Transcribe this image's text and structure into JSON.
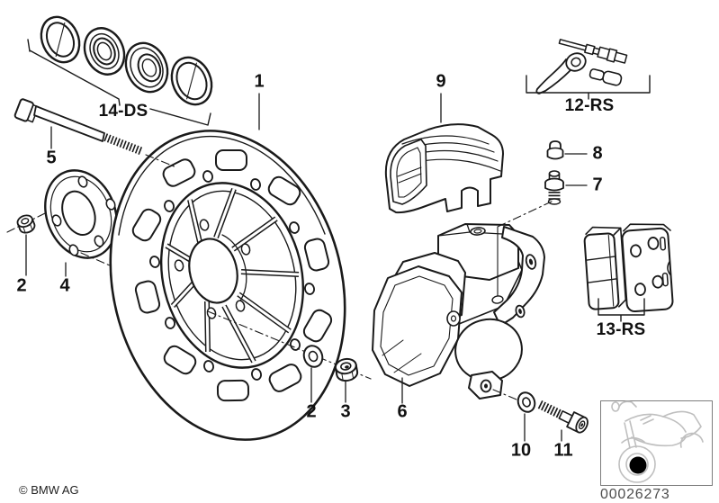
{
  "colors": {
    "ink": "#1a1a1a",
    "paper": "#ffffff",
    "thumbnail_border": "#7d7d7d",
    "thumbnail_sketch": "#bfbfbf",
    "location_dot": "#000000",
    "plate_number_text": "#4d4d4d"
  },
  "callouts": {
    "disc": "1",
    "axle_nut": "2",
    "disc_washer": "2",
    "disc_nut": "3",
    "flange": "4",
    "axle_bolt": "5",
    "caliper": "6",
    "bleed_valve": "7",
    "dust_cap": "8",
    "caliper_cover": "9",
    "caliper_washer": "10",
    "caliper_bolt": "11",
    "repair_kit": "12-RS",
    "pad_kit": "13-RS",
    "seal_kit": "14-DS"
  },
  "footer": {
    "copyright": "© BMW AG",
    "plate_number": "00026273"
  }
}
